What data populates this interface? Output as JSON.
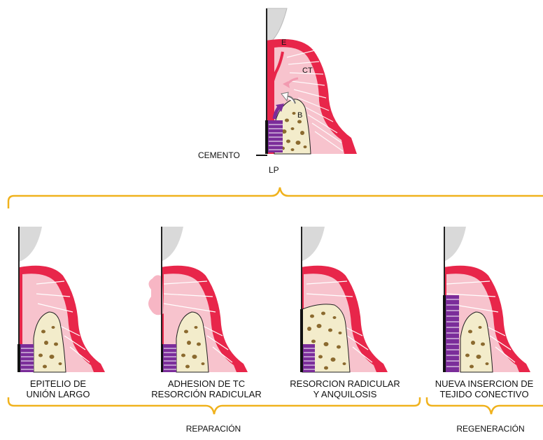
{
  "top_diagram": {
    "labels": {
      "epithelium": "E",
      "connective_tissue": "CT",
      "bone": "B",
      "cementum": "CEMENTO",
      "ligament": "LP"
    }
  },
  "outcomes": [
    {
      "line1": "EPITELIO DE",
      "line2": "UNIÓN LARGO"
    },
    {
      "line1": "ADHESION DE TC",
      "line2": "RESORCIÓN RADICULAR"
    },
    {
      "line1": "RESORCION RADICULAR",
      "line2": "Y ANQUILOSIS"
    },
    {
      "line1": "NUEVA INSERCION DE",
      "line2": "TEJIDO CONECTIVO"
    }
  ],
  "groups": {
    "repair": "REPARACIÓN",
    "regeneration": "REGENERACIÓN"
  },
  "colors": {
    "gingiva_outer": "#e8264a",
    "connective": "#f7c3cd",
    "bone": "#f3eccb",
    "bone_dots": "#8b6a2f",
    "purple": "#7b2d9a",
    "brace": "#f0b21d",
    "root": "#222222"
  }
}
